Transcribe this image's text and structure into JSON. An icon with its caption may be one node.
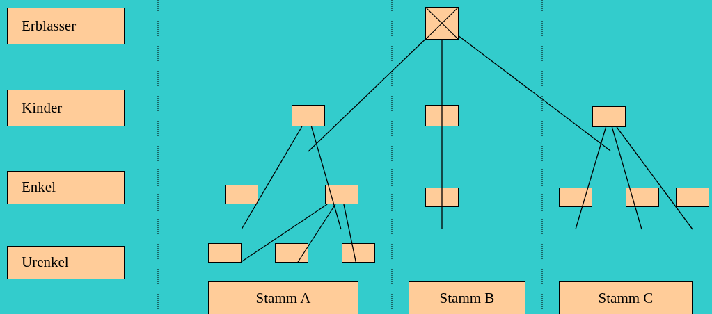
{
  "diagram": {
    "nodes": [
      {
        "text": [
          "Erblasser"
        ]
      },
      {
        "text": [
          "Kinder"
        ]
      },
      {
        "text": [
          "Enkel"
        ]
      },
      {
        "text": [
          "Urenkel"
        ]
      },
      {
        "text": [],
        "shape": "box"
      },
      {
        "text": [],
        "shape": "box"
      },
      {
        "text": [],
        "shape": "box"
      },
      {
        "text": [],
        "shape": "box"
      },
      {
        "text": [],
        "shape": "box"
      },
      {
        "text": [],
        "shape": "box"
      },
      {
        "text": [],
        "shape": "box"
      },
      {
        "text": [],
        "shape": "box"
      },
      {
        "text": [],
        "shape": "box"
      },
      {
        "text": [],
        "shape": "box"
      },
      {
        "text": [],
        "shape": "box"
      },
      {
        "text": [],
        "shape": "box"
      },
      {
        "text": [],
        "shape": "box"
      },
      {
        "text": [
          "Stamm A"
        ]
      },
      {
        "text": [
          "Stamm B"
        ]
      },
      {
        "text": [
          "Stamm C"
        ]
      }
    ],
    "edges": [
      {
        "from": 4,
        "to": null,
        "arrow": "none"
      },
      {
        "from": 4,
        "to": null,
        "arrow": "none"
      },
      {
        "from": 4,
        "to": null,
        "arrow": "none"
      },
      {
        "from": 5,
        "to": null,
        "arrow": "none"
      },
      {
        "from": 5,
        "to": null,
        "arrow": "none"
      },
      {
        "from": 9,
        "to": 14,
        "arrow": "none"
      },
      {
        "from": 9,
        "to": 15,
        "arrow": "none"
      },
      {
        "from": 9,
        "to": 16,
        "arrow": "none"
      },
      {
        "from": 7,
        "to": null,
        "arrow": "none"
      },
      {
        "from": 7,
        "to": null,
        "arrow": "none"
      },
      {
        "from": 7,
        "to": null,
        "arrow": "none"
      }
    ]
  }
}
